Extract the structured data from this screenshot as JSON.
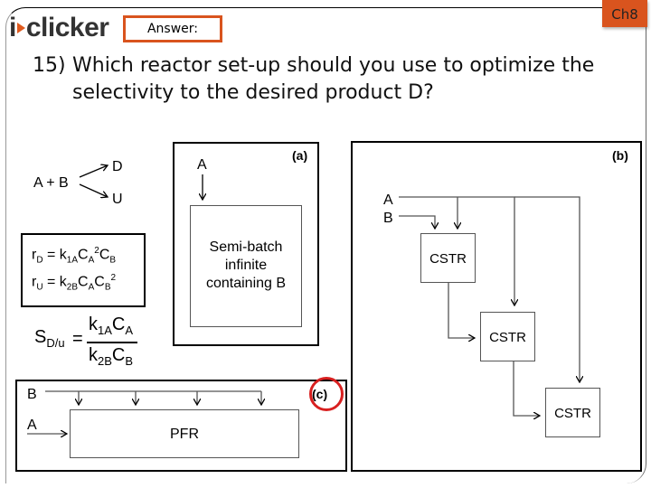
{
  "header": {
    "logo_text_left": "i",
    "logo_text_right": "clicker",
    "answer_label": "Answer:",
    "chapter_badge": "Ch8"
  },
  "question": {
    "number": "15)",
    "line1": "Which reactor set-up should you use to optimize the",
    "line2": "selectivity to the desired product D?"
  },
  "reaction": {
    "reactants": "A + B",
    "product_desired": "D",
    "product_undesired": "U"
  },
  "rates": {
    "rD": {
      "r": "r",
      "rsub": "D",
      "eq": " = k",
      "ksub": "1A",
      "c1": "C",
      "c1sub": "A",
      "c1sup": "2",
      "c2": "C",
      "c2sub": "B"
    },
    "rU": {
      "r": "r",
      "rsub": "U",
      "eq": " = k",
      "ksub": "2B",
      "c1": "C",
      "c1sub": "A",
      "c2": "C",
      "c2sub": "B",
      "c2sup": "2"
    }
  },
  "selectivity": {
    "s": "S",
    "ssub": "D/u",
    "eq": "=",
    "num_k": "k",
    "num_ksub": "1A",
    "num_c": "C",
    "num_csub": "A",
    "den_k": "k",
    "den_ksub": "2B",
    "den_c": "C",
    "den_csub": "B"
  },
  "option_a": {
    "label": "(a)",
    "feed": "A",
    "reactor_line1": "Semi-batch",
    "reactor_line2": "infinite",
    "reactor_line3": "containing B"
  },
  "option_b": {
    "label": "(b)",
    "feed_a": "A",
    "feed_b": "B",
    "reactors": [
      "CSTR",
      "CSTR",
      "CSTR"
    ]
  },
  "option_c": {
    "label": "(c)",
    "feed_b": "B",
    "feed_a": "A",
    "reactor": "PFR",
    "selected": true
  },
  "colors": {
    "accent": "#d9541e",
    "selection_circle": "#d82020"
  }
}
